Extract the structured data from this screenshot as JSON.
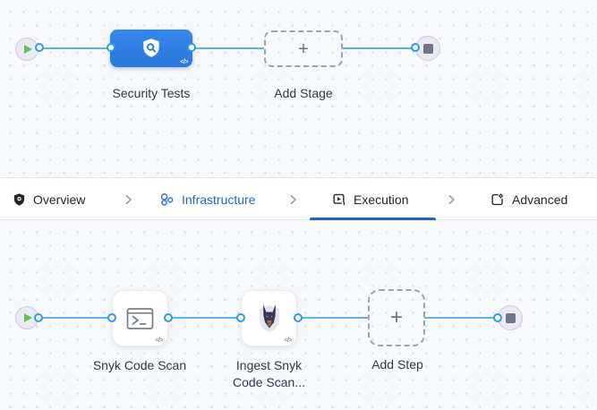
{
  "colors": {
    "stage_node_blue": "#2d80e3",
    "link_blue": "#1f66cd",
    "active_tab_underline": "#2263cf",
    "connector_blue": "#5cb3e9",
    "canvas_bg": "#f7f9fc",
    "play_green": "#66bf59",
    "stop_gray": "#70758a"
  },
  "stage_canvas": {
    "stage_label": "Security Tests",
    "add_stage_label": "Add Stage",
    "code_badge": "</>",
    "plus": "+"
  },
  "tab_bar": {
    "tabs": [
      {
        "label": "Overview",
        "active": false
      },
      {
        "label": "Infrastructure",
        "active": false
      },
      {
        "label": "Execution",
        "active": true
      },
      {
        "label": "Advanced",
        "active": false
      }
    ]
  },
  "step_canvas": {
    "steps": [
      {
        "label": "Snyk Code Scan"
      },
      {
        "label": "Ingest Snyk Code Scan..."
      }
    ],
    "add_step_label": "Add Step",
    "code_badge": "</>",
    "plus": "+"
  }
}
